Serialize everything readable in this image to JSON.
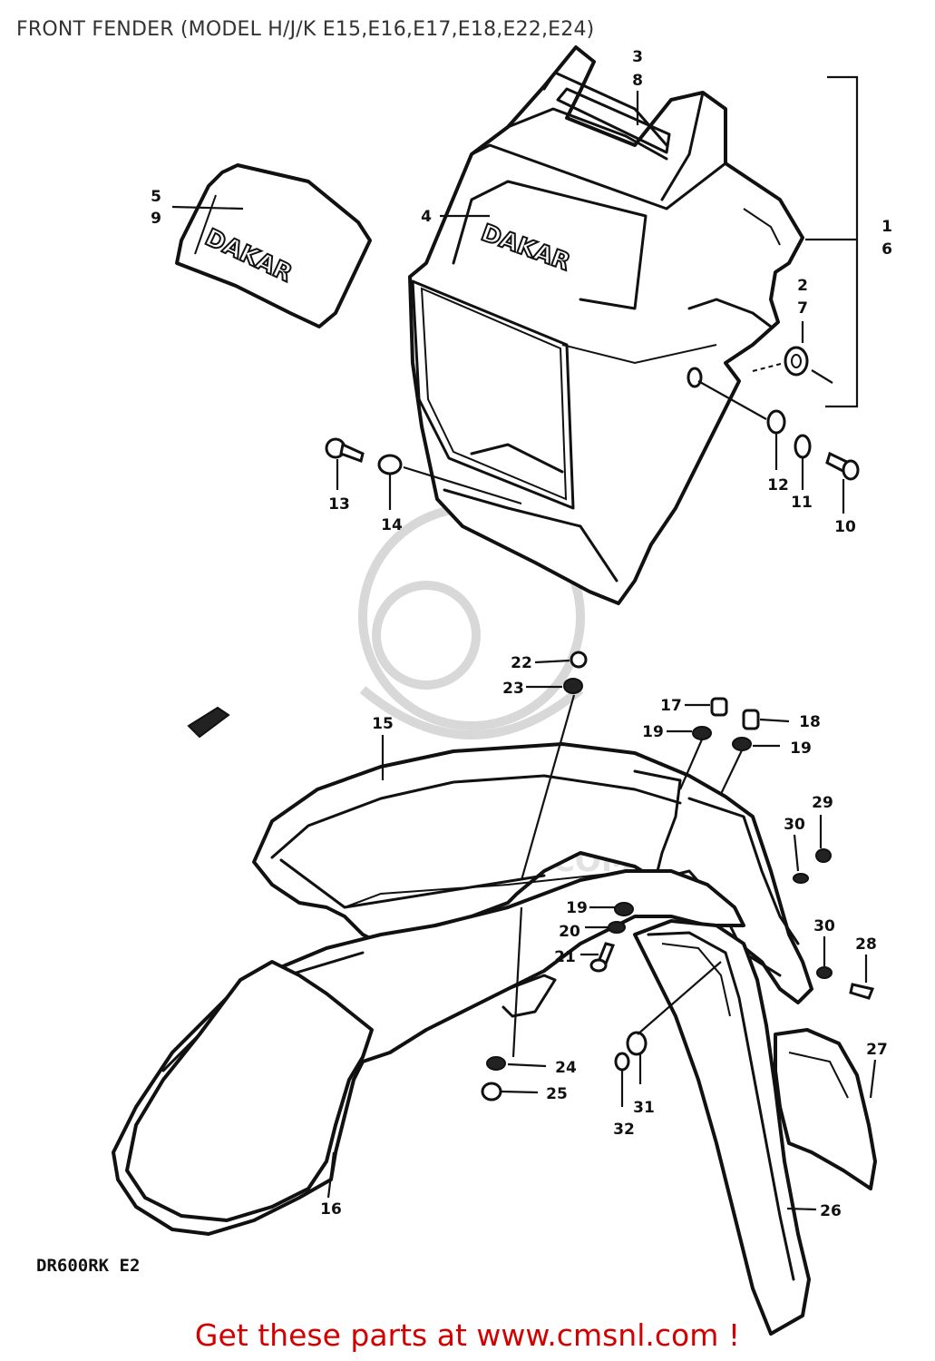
{
  "title": "FRONT FENDER (MODEL H/J/K E15,E16,E17,E18,E22,E24)",
  "decal_text": "DAKAR",
  "watermark_text": "WWW.CMSNL.COM",
  "model_code": "DR600RK E2",
  "footer": "Get these parts at www.cmsnl.com !",
  "footer_color": "#d40000",
  "labels": {
    "l1": "1",
    "l6": "6",
    "l2": "2",
    "l7": "7",
    "l3": "3",
    "l8": "8",
    "l4": "4",
    "l5": "5",
    "l9": "9",
    "l10": "10",
    "l11": "11",
    "l12": "12",
    "l13": "13",
    "l14": "14",
    "l15": "15",
    "l16": "16",
    "l17": "17",
    "l18": "18",
    "l19a": "19",
    "l19b": "19",
    "l19c": "19",
    "l20": "20",
    "l21": "21",
    "l22": "22",
    "l23": "23",
    "l24": "24",
    "l25": "25",
    "l26": "26",
    "l27": "27",
    "l28": "28",
    "l29": "29",
    "l30a": "30",
    "l30b": "30",
    "l31": "31",
    "l32": "32"
  }
}
